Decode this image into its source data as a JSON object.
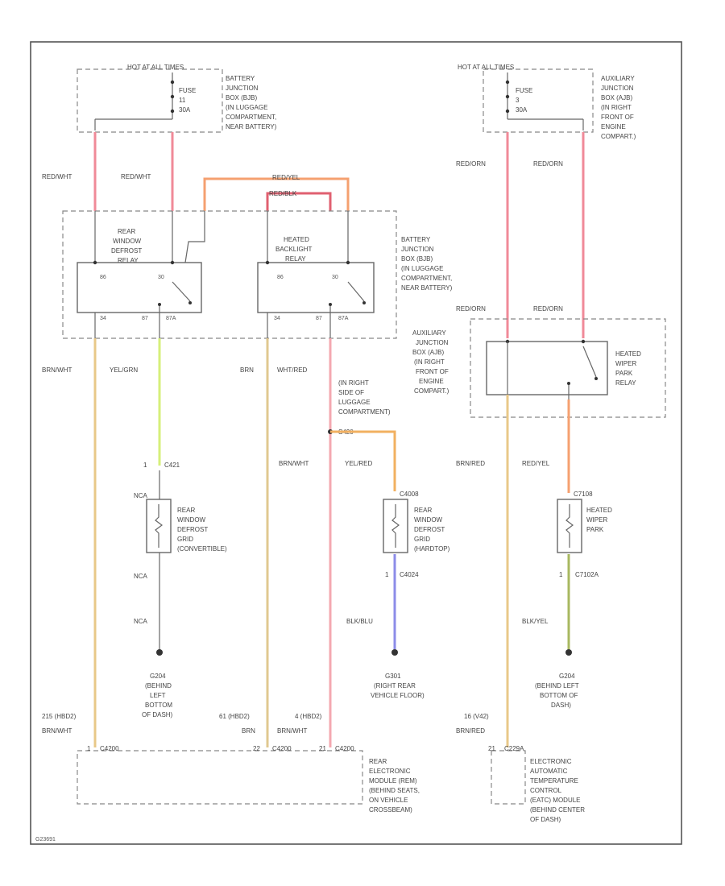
{
  "page": {
    "code": "G23691"
  },
  "colors": {
    "red_wht": "#f08a98",
    "red_orn": "#f08a98",
    "red_yel": "#f5a070",
    "red_blk": "#e06070",
    "brn_wht": "#e8c888",
    "yel_grn": "#d6ef7a",
    "yel_red": "#f2b060",
    "blk_blu": "#8c8ce8",
    "blk_yel": "#a8b860",
    "wht_red": "#f4a8b0",
    "brn": "#e0c890",
    "brn_red": "#e8c888",
    "pink": "#f6b0b8",
    "gray": "#777777"
  },
  "power": {
    "left": {
      "header": "HOT AT ALL TIMES",
      "fuse": [
        "FUSE",
        "11",
        "30A"
      ],
      "location": [
        "BATTERY",
        "JUNCTION",
        "BOX (BJB)",
        "(IN LUGGAGE",
        "COMPARTMENT,",
        "NEAR BATTERY)"
      ]
    },
    "right": {
      "header": "HOT AT ALL TIMES",
      "fuse": [
        "FUSE",
        "3",
        "30A"
      ],
      "location": [
        "AUXILIARY",
        "JUNCTION",
        "BOX (AJB)",
        "(IN RIGHT",
        "FRONT OF",
        "ENGINE",
        "COMPART.)"
      ]
    }
  },
  "relays": {
    "rear_window": {
      "name": [
        "REAR",
        "WINDOW",
        "DEFROST",
        "RELAY"
      ],
      "pins": {
        "p30": "30",
        "p34": "34",
        "p87": "87",
        "p87a": "87A",
        "p86": "86"
      }
    },
    "heated_backlight": {
      "name": [
        "HEATED",
        "BACKLIGHT",
        "RELAY"
      ],
      "pins": {
        "p30": "30",
        "p34": "34",
        "p87": "87",
        "p87a": "87A",
        "p86": "86"
      }
    },
    "bjb_location": [
      "BATTERY",
      "JUNCTION",
      "BOX (BJB)",
      "(IN LUGGAGE",
      "COMPARTMENT,",
      "NEAR BATTERY)"
    ],
    "wiper": {
      "name": [
        "HEATED",
        "WIPER",
        "PARK",
        "RELAY"
      ],
      "location": [
        "AUXILIARY",
        "JUNCTION",
        "BOX (AJB)",
        "(IN RIGHT",
        "FRONT OF",
        "ENGINE",
        "COMPART.)"
      ]
    }
  },
  "wires": {
    "red_wht_1": "RED/WHT",
    "red_wht_2": "RED/WHT",
    "red_yel": "RED/YEL",
    "red_blk": "RED/BLK",
    "red_orn_1": "RED/ORN",
    "red_orn_2": "RED/ORN",
    "red_orn_3": "RED/ORN",
    "red_orn_4": "RED/ORN",
    "brn_wht_1": "BRN/WHT",
    "yel_grn": "YEL/GRN",
    "brn": "BRN",
    "wht_red": "WHT/RED",
    "brn_wht_2": "BRN/WHT",
    "yel_red": "YEL/RED",
    "brn_red_1": "BRN/RED",
    "red_yel_2": "RED/YEL",
    "blk_blu": "BLK/BLU",
    "blk_yel": "BLK/YEL",
    "brn_wht_3": "BRN/WHT",
    "brn_2": "BRN",
    "brn_wht_4": "BRN/WHT",
    "brn_red_2": "BRN/RED"
  },
  "splice": {
    "label": [
      "(IN RIGHT",
      "SIDE OF",
      "LUGGAGE",
      "COMPARTMENT)"
    ],
    "id": "S420"
  },
  "components": {
    "grid_conv": {
      "connector": "C421",
      "pin_top": "1",
      "nca_top": "NCA",
      "name": [
        "REAR",
        "WINDOW",
        "DEFROST",
        "GRID",
        "(CONVERTIBLE)"
      ],
      "nca_mid": "NCA",
      "nca_low": "NCA"
    },
    "grid_hard": {
      "connector": "C4008",
      "pin_bot": "1",
      "conn_bot": "C4024",
      "name": [
        "REAR",
        "WINDOW",
        "DEFROST",
        "GRID",
        "(HARDTOP)"
      ]
    },
    "wiper_park": {
      "connector": "C7108",
      "pin_bot": "1",
      "conn_bot": "C7102A",
      "name": [
        "HEATED",
        "WIPER",
        "PARK"
      ]
    }
  },
  "grounds": {
    "g1": {
      "id": "G204",
      "desc": [
        "(BEHIND",
        "LEFT",
        "BOTTOM",
        "OF DASH)"
      ]
    },
    "g2": {
      "id": "G301",
      "desc": [
        "(RIGHT REAR",
        "VEHICLE FLOOR)"
      ]
    },
    "g3": {
      "id": "G204",
      "desc": [
        "(BEHIND LEFT",
        "BOTTOM OF",
        "DASH)"
      ]
    }
  },
  "bottom": {
    "circuit_1": "215 (HBD2)",
    "pin_1": "1",
    "conn_1": "C4200",
    "circuit_2": "61 (HBD2)",
    "pin_2": "22",
    "conn_2": "C4200",
    "circuit_3": "4 (HBD2)",
    "pin_3": "21",
    "conn_3": "C4200",
    "circuit_4": "16 (V42)",
    "pin_4": "21",
    "conn_4": "C229A",
    "rem_name": [
      "REAR",
      "ELECTRONIC",
      "MODULE (REM)",
      "(BEHIND SEATS,",
      "ON VEHICLE",
      "CROSSBEAM)"
    ],
    "eatc_name": [
      "ELECTRONIC",
      "AUTOMATIC",
      "TEMPERATURE",
      "CONTROL",
      "(EATC) MODULE",
      "(BEHIND CENTER",
      "OF DASH)"
    ]
  }
}
